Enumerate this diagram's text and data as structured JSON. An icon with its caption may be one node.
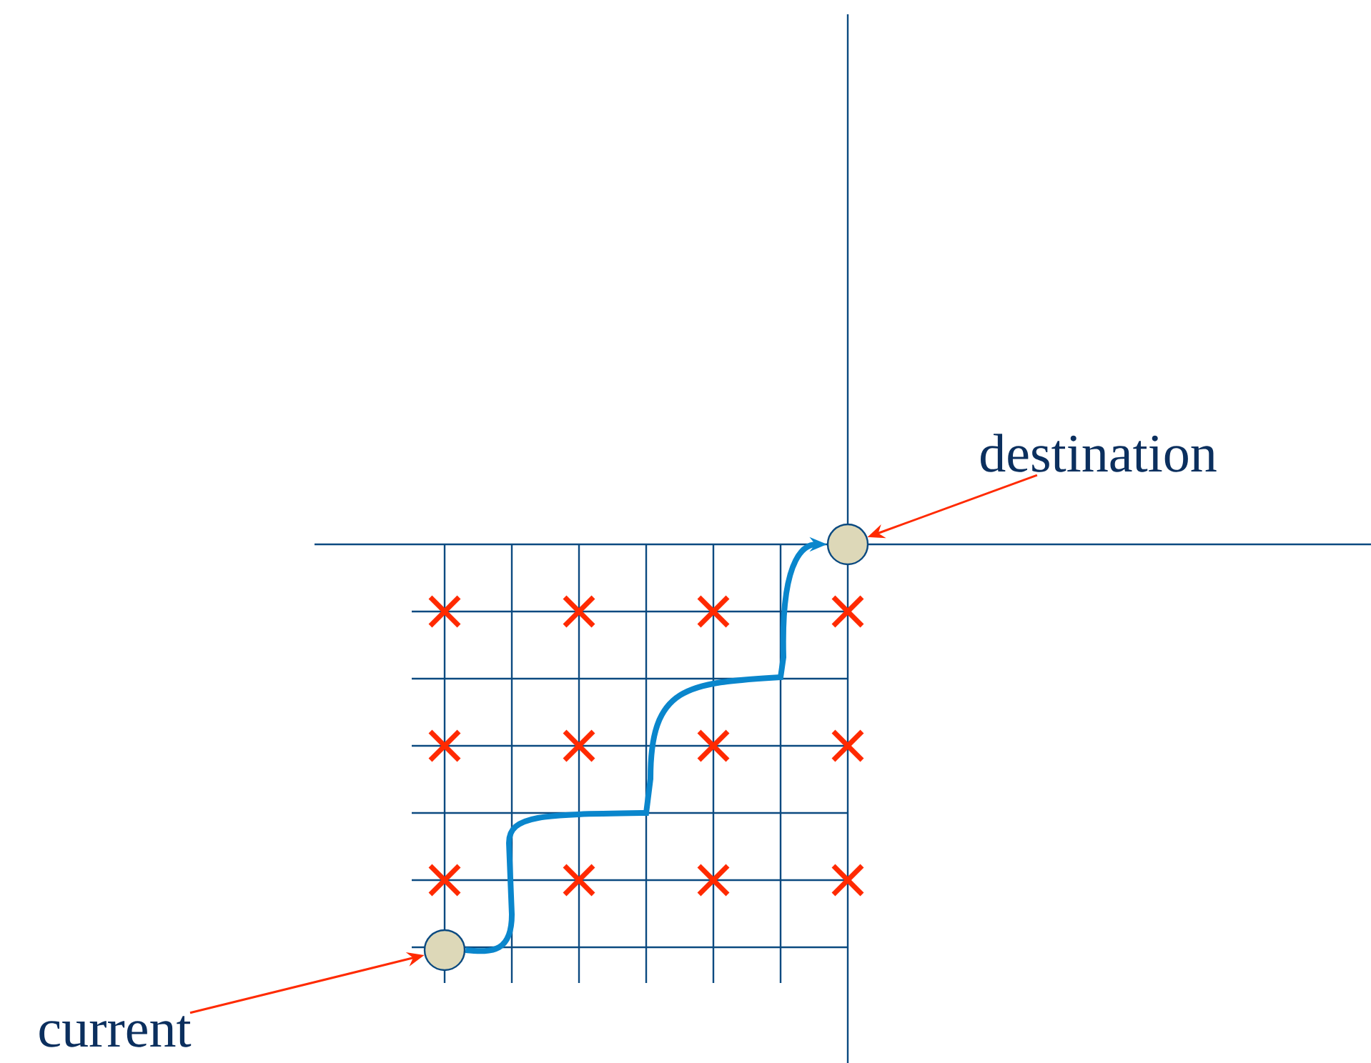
{
  "diagram": {
    "nodes": [
      {
        "text": [
          "destination"
        ]
      },
      {
        "text": [],
        "shape": "circle"
      },
      {
        "text": [],
        "shape": "circle"
      },
      {
        "text": [
          "current"
        ]
      }
    ],
    "edges": [
      {
        "from": 0,
        "to": 1,
        "arrow": "to"
      },
      {
        "from": 3,
        "to": 2,
        "arrow": "to"
      },
      {
        "from": 2,
        "to": 1,
        "arrow": "to",
        "style": "thick",
        "color": "#0a86cc"
      }
    ]
  }
}
